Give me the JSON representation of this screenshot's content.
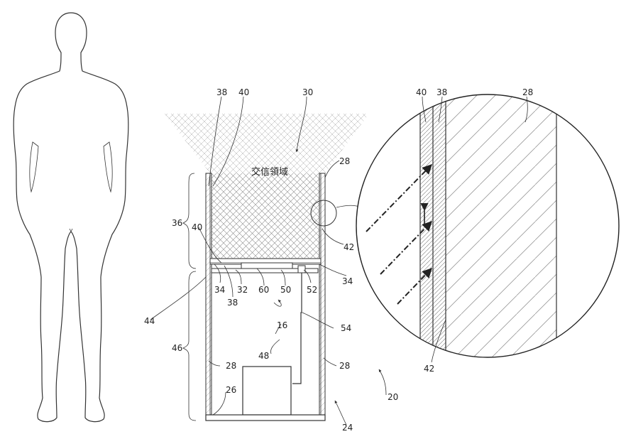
{
  "figure": {
    "communication_area_label": "交信領域",
    "labels": {
      "n38_top": "38",
      "n40_top": "40",
      "n30": "30",
      "n28_top": "28",
      "n36": "36",
      "n40_mid": "40",
      "n42_mid": "42",
      "n34_left": "34",
      "n32": "32",
      "n60": "60",
      "n50": "50",
      "n52": "52",
      "n34_right": "34",
      "n38_mid": "38",
      "n44": "44",
      "n16": "16",
      "n54": "54",
      "n46": "46",
      "n48": "48",
      "n28_left": "28",
      "n28_right": "28",
      "n26": "26",
      "n24": "24",
      "n20": "20",
      "n40_detail": "40",
      "n38_detail": "38",
      "n28_detail": "28",
      "n42_detail": "42"
    }
  }
}
